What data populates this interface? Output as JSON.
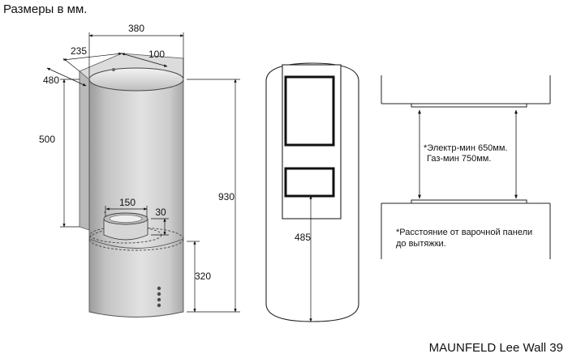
{
  "header": {
    "title": "Размеры в мм."
  },
  "footer": {
    "model": "MAUNFELD Lee Wall 39"
  },
  "dimensions": {
    "width_top": "380",
    "depth_top": "235",
    "offset_top": "100",
    "height_side": "480",
    "height_back": "500",
    "total_height": "930",
    "outlet_diameter": "150",
    "outlet_height": "30",
    "bottom_height": "320",
    "front_height": "485"
  },
  "notes": {
    "clearance_electric": "*Электр-мин 650мм.",
    "clearance_gas": "Газ-мин 750мм.",
    "distance_line1": "*Расстояние от варочной панели",
    "distance_line2": "до вытяжки."
  }
}
